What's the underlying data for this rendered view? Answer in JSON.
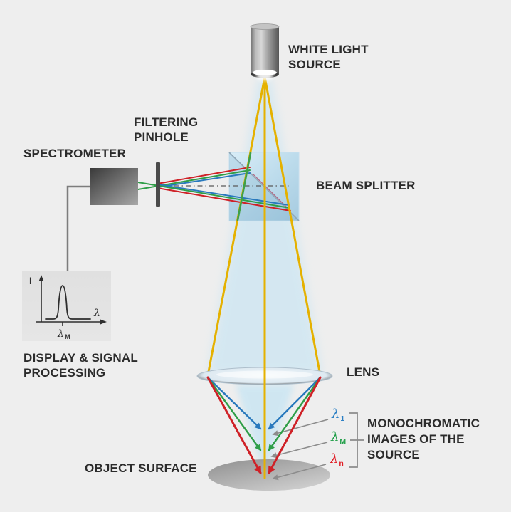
{
  "labels": {
    "white_light_source": {
      "line1": "WHITE LIGHT",
      "line2": "SOURCE"
    },
    "filtering_pinhole": {
      "line1": "FILTERING",
      "line2": "PINHOLE"
    },
    "spectrometer": "SPECTROMETER",
    "beam_splitter": "BEAM SPLITTER",
    "display_signal_processing": {
      "line1": "DISPLAY & SIGNAL",
      "line2": "PROCESSING"
    },
    "lens": "LENS",
    "monochromatic_images": {
      "line1": "MONOCHROMATIC",
      "line2": "IMAGES OF THE",
      "line3": "SOURCE"
    },
    "object_surface": "OBJECT SURFACE"
  },
  "wavelength_markers": [
    {
      "symbol": "λ",
      "subscript": "1",
      "color": "#2b7fc4"
    },
    {
      "symbol": "λ",
      "subscript": "M",
      "color": "#1e9e46"
    },
    {
      "symbol": "λ",
      "subscript": "n",
      "color": "#e01b23"
    }
  ],
  "inset_chart": {
    "type": "line",
    "ylabel": "I",
    "xlabel": "λ",
    "peak_label_symbol": "λ",
    "peak_label_subscript": "M",
    "peak_x_fraction": 0.42,
    "peak_height_fraction": 0.8
  },
  "colors": {
    "background": "#eeeeee",
    "ray_yellow": "#e5b100",
    "ray_red": "#cf2127",
    "ray_green": "#2f9e48",
    "ray_blue": "#2979bd",
    "beam_glow": "#bfe3f4",
    "annotation_gray": "#8c8c8c",
    "text": "#2b2b2b"
  }
}
